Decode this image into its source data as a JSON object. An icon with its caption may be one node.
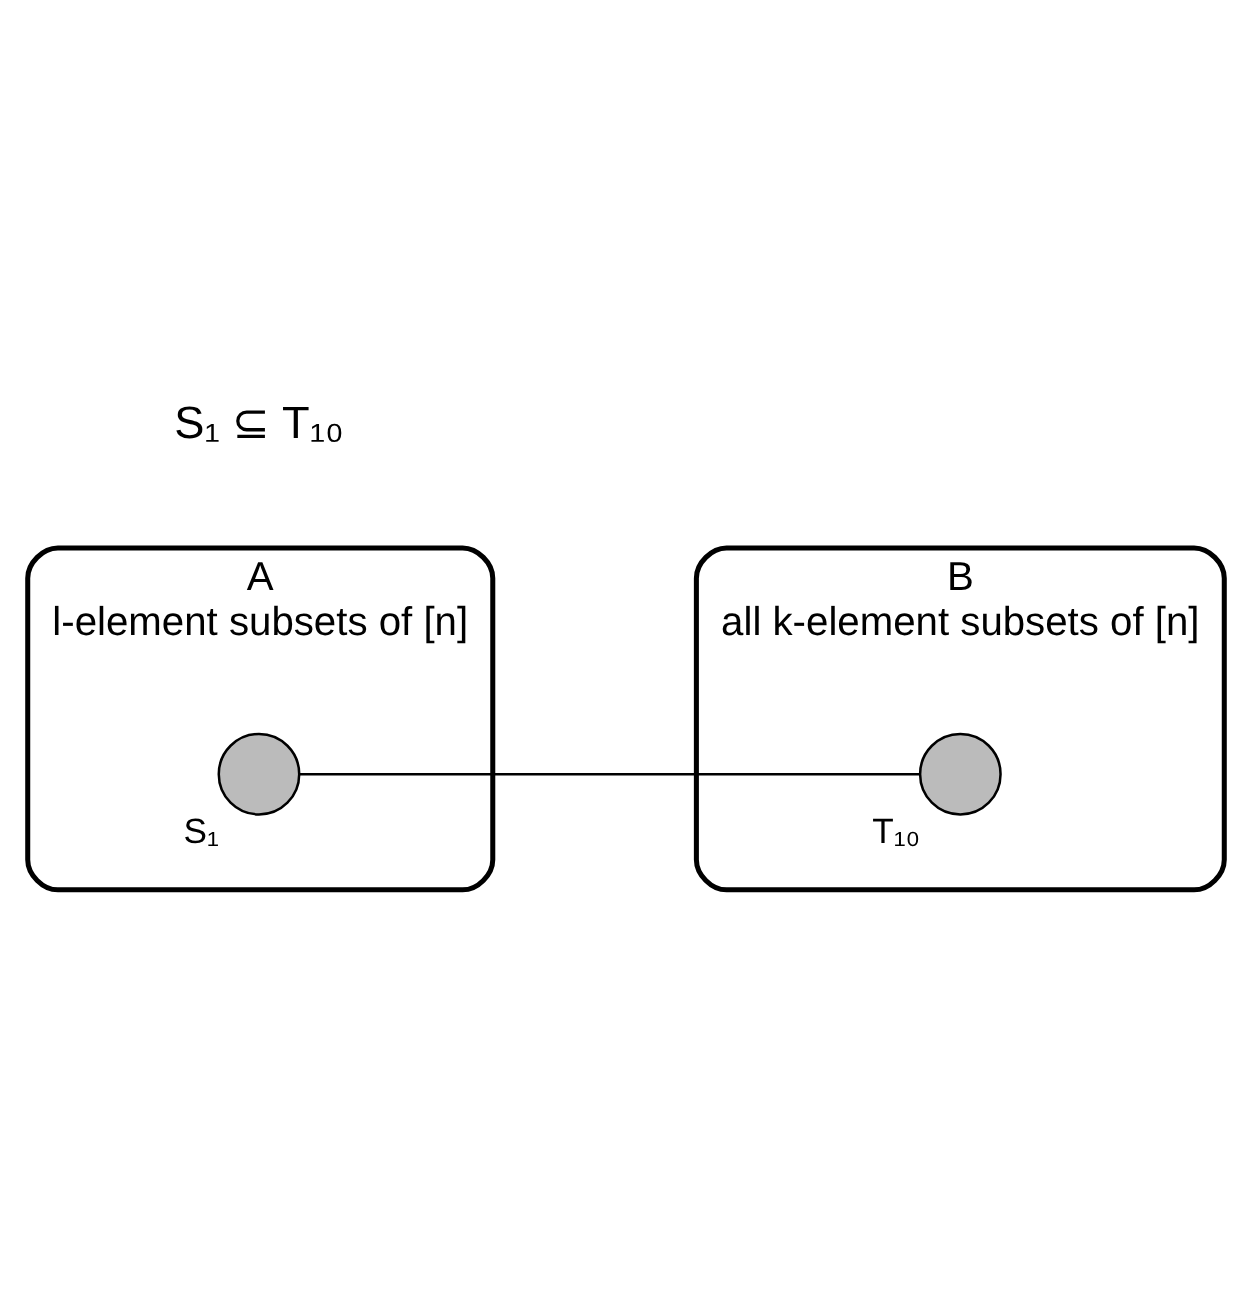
{
  "diagram": {
    "nodes": [
      {
        "text": [
          "A",
          "l-element subsets of [n]"
        ]
      },
      {
        "text": [],
        "shape": "circle",
        "in": 0,
        "beside": [
          "S₁"
        ]
      },
      {
        "text": [
          "B",
          "all k-element subsets of [n]"
        ]
      },
      {
        "text": [],
        "shape": "circle",
        "in": 2,
        "beside": [
          "T₁₀"
        ]
      }
    ],
    "edges": [
      {
        "from": 1,
        "to": 3,
        "arrow": "none"
      }
    ],
    "labels": [
      "S₁ ⊆ T₁₀"
    ]
  }
}
